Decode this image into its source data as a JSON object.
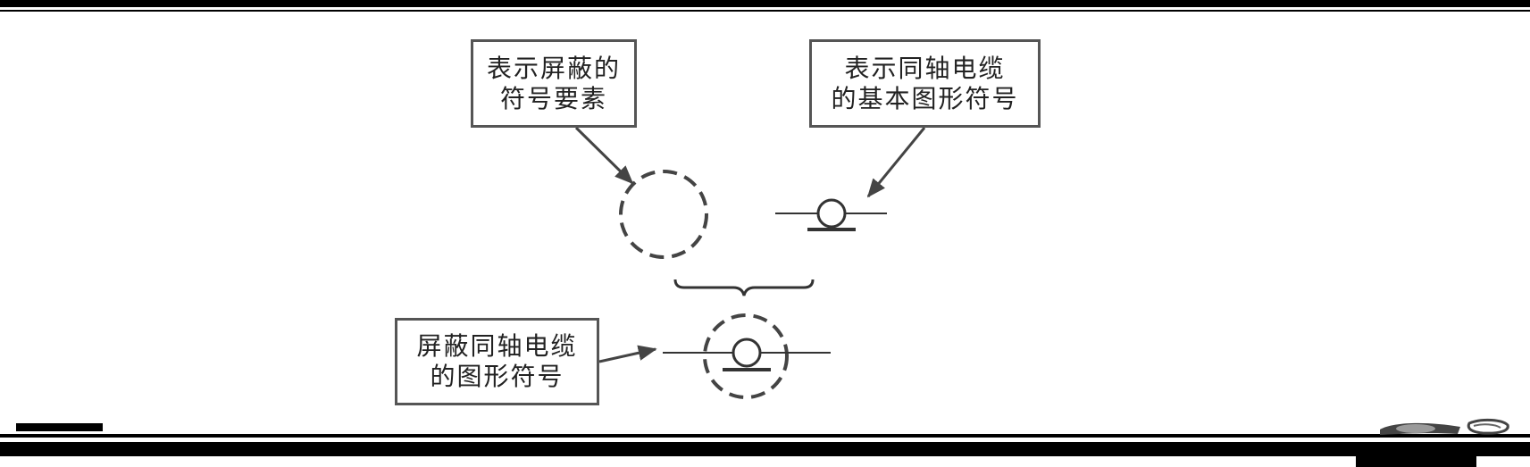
{
  "labels": {
    "shield_element": {
      "line1": "表示屏蔽的",
      "line2": "符号要素"
    },
    "coax_basic_symbol": {
      "line1": "表示同轴电缆",
      "line2": "的基本图形符号"
    },
    "shielded_coax_symbol": {
      "line1": "屏蔽同轴电缆",
      "line2": "的图形符号"
    }
  },
  "icons": {
    "shield": "dashed-circle-icon",
    "coax": "coax-cable-icon",
    "combine": "curly-brace-icon"
  },
  "colors": {
    "border": "#555555",
    "line": "#333333",
    "text": "#222222",
    "frame": "#000000"
  }
}
